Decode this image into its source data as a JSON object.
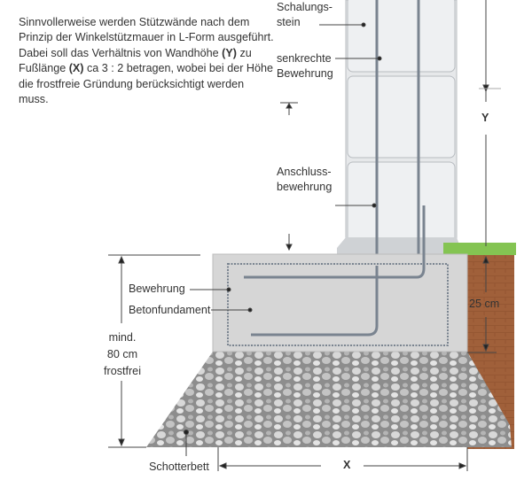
{
  "intro": {
    "part1": "Sinnvollerweise werden Stützwände nach dem Prinzip der Winkelstützmauer in L-Form ausgeführt. Dabei soll das Verhältnis von Wandhöhe ",
    "y_ref": "(Y)",
    "part2": " zu Fußlänge ",
    "x_ref": "(X)",
    "part3": " ca 3 : 2 betragen, wobei bei der Höhe die frostfreie Gründung berücksichtigt werden muss."
  },
  "labels": {
    "schalungsstein_1": "Schalungs-",
    "schalungsstein_2": "stein",
    "senkrechte_1": "senkrechte",
    "senkrechte_2": "Bewehrung",
    "anschluss_1": "Anschluss-",
    "anschluss_2": "bewehrung",
    "bewehrung": "Bewehrung",
    "betonfundament": "Betonfundament",
    "frost_1": "mind.",
    "frost_2": "80 cm",
    "frost_3": "frostfrei",
    "schotterbett": "Schotterbett",
    "footing_height": "25 cm",
    "dim_y": "Y",
    "dim_x": "X"
  },
  "colors": {
    "concrete": "#d6d6d6",
    "soil": "#9a5a35",
    "grass": "#7cc24a",
    "gravel": "#9a9a9a",
    "rebar": "#6f7a86"
  }
}
